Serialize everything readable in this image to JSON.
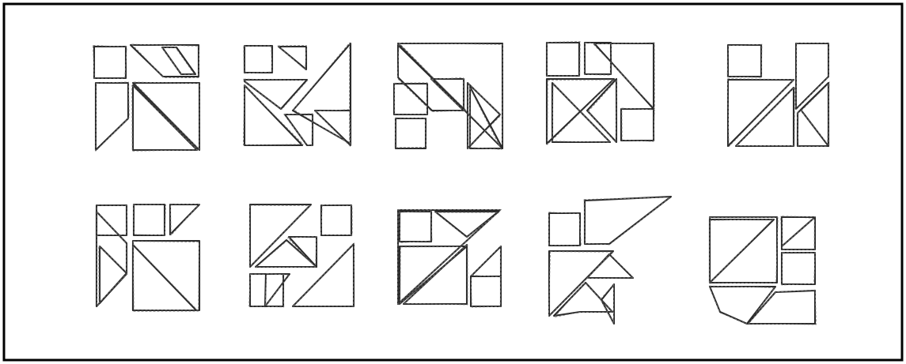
{
  "figure": {
    "frame_color": "#000000",
    "ink_color": "#2a2a2a",
    "background": "#ffffff",
    "rows": 2,
    "columns": 5,
    "puzzle_count": 10
  }
}
